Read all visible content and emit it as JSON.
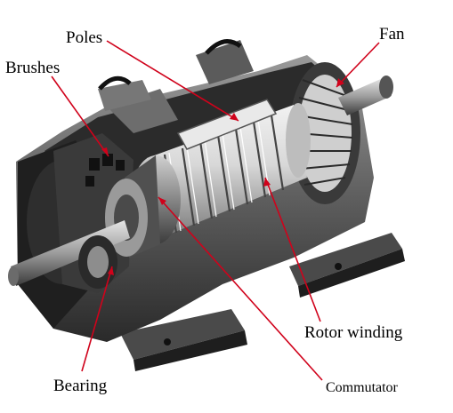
{
  "diagram": {
    "labels": {
      "poles": "Poles",
      "fan": "Fan",
      "brushes": "Brushes",
      "rotor_winding": "Rotor winding",
      "bearing": "Bearing",
      "commutator": "Commutator"
    },
    "colors": {
      "leader_line": "#d0021b",
      "text": "#000000",
      "machine_dark": "#1a1a1a",
      "machine_mid": "#7a7a7a",
      "machine_light": "#d9d9d9",
      "background": "#ffffff"
    }
  }
}
